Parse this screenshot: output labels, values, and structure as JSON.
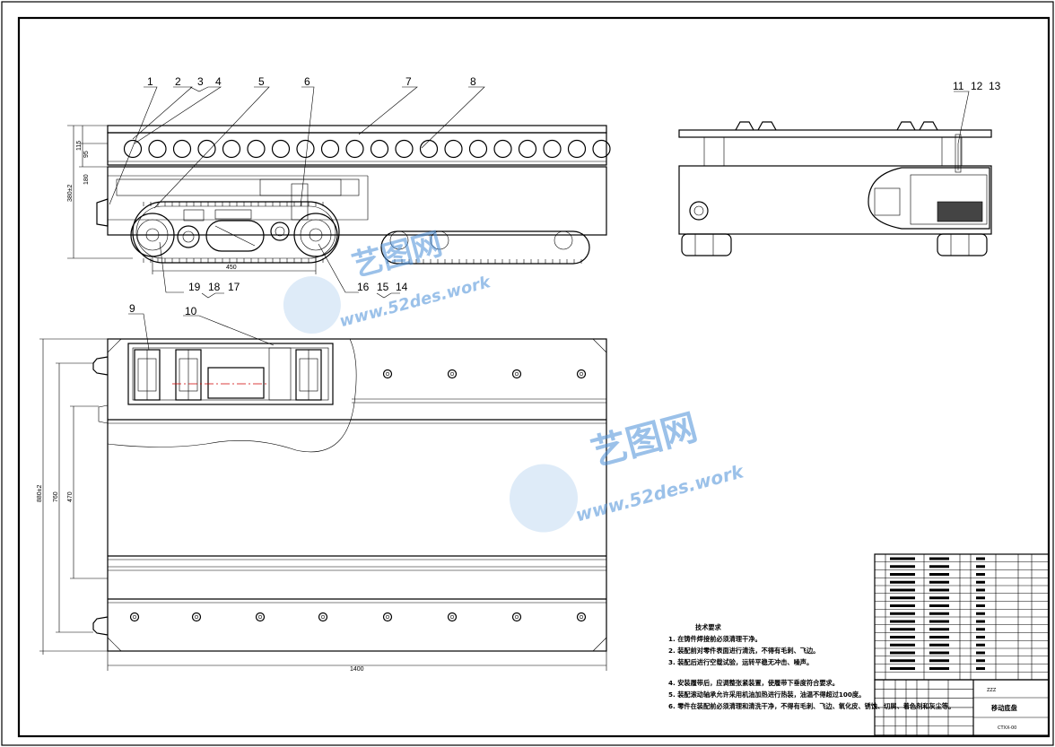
{
  "callouts_top": [
    "1",
    "2",
    "3",
    "4",
    "5",
    "6",
    "7",
    "8"
  ],
  "callouts_bottom_left": [
    "19",
    "18",
    "17"
  ],
  "callouts_bottom_right": [
    "16",
    "15",
    "14"
  ],
  "callouts_side": [
    "11",
    "12",
    "13"
  ],
  "callouts_plan": [
    "9",
    "10"
  ],
  "dims": {
    "width": "1400",
    "height_left": "880±2",
    "d760": "760",
    "d470": "470",
    "track_len": "450",
    "h_total": "380±2",
    "h115": "115",
    "h95": "95",
    "h180": "180"
  },
  "tech": {
    "title": "技术要求",
    "lines": [
      "1. 在铸件焊接前必须清理干净。",
      "2. 装配前对零件表面进行清洗，不得有毛刺、飞边。",
      "3. 装配后进行空载试验，运转平稳无冲击、噪声。",
      "4. 安装履带后，应调整张紧装置，使履带下垂度符合要求。",
      "5. 装配滚动轴承允许采用机油加热进行热装，油温不得超过100度。",
      "6. 零件在装配前必须清理和清洗干净，不得有毛刺、飞边、氧化皮、锈蚀、切屑、着色剂和灰尘等。"
    ]
  },
  "titleblock": {
    "name": "移动底盘",
    "code": "ZZZ",
    "drawing_no": "CTXX-00"
  },
  "watermark": {
    "cn": "艺图网",
    "url": "www.52des.work",
    "color": "#4a8fd8"
  }
}
